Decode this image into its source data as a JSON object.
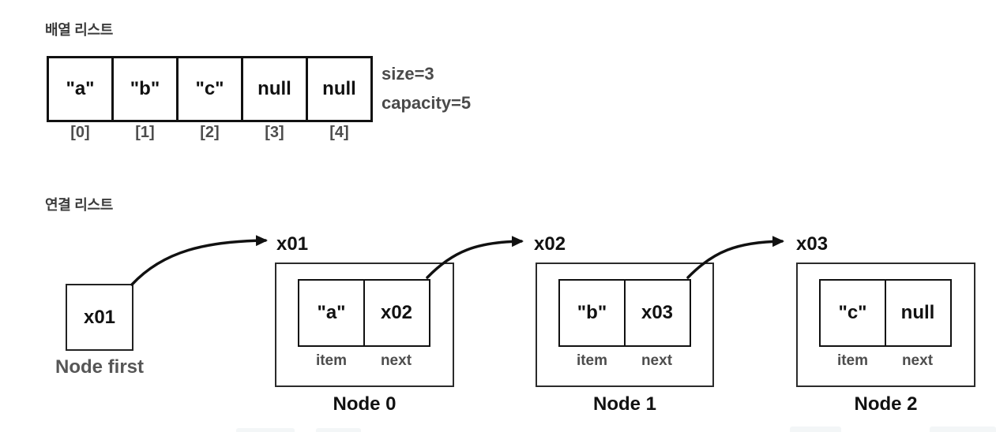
{
  "array_section": {
    "title": "배열 리스트",
    "cells": [
      {
        "value": "\"a\"",
        "index": "[0]"
      },
      {
        "value": "\"b\"",
        "index": "[1]"
      },
      {
        "value": "\"c\"",
        "index": "[2]"
      },
      {
        "value": "null",
        "index": "[3]"
      },
      {
        "value": "null",
        "index": "[4]"
      }
    ],
    "size_label": "size=3",
    "capacity_label": "capacity=5"
  },
  "linked_section": {
    "title": "연결 리스트",
    "head": {
      "value": "x01",
      "caption": "Node first"
    },
    "nodes": [
      {
        "ref": "x01",
        "item": "\"a\"",
        "next": "x02",
        "item_caption": "item",
        "next_caption": "next",
        "caption": "Node 0"
      },
      {
        "ref": "x02",
        "item": "\"b\"",
        "next": "x03",
        "item_caption": "item",
        "next_caption": "next",
        "caption": "Node 1"
      },
      {
        "ref": "x03",
        "item": "\"c\"",
        "next": "null",
        "item_caption": "item",
        "next_caption": "next",
        "caption": "Node 2"
      }
    ]
  },
  "colors": {
    "ink": "#111111",
    "muted_text": "#4d4d4d",
    "caption_gray": "#565656",
    "background": "#ffffff"
  }
}
